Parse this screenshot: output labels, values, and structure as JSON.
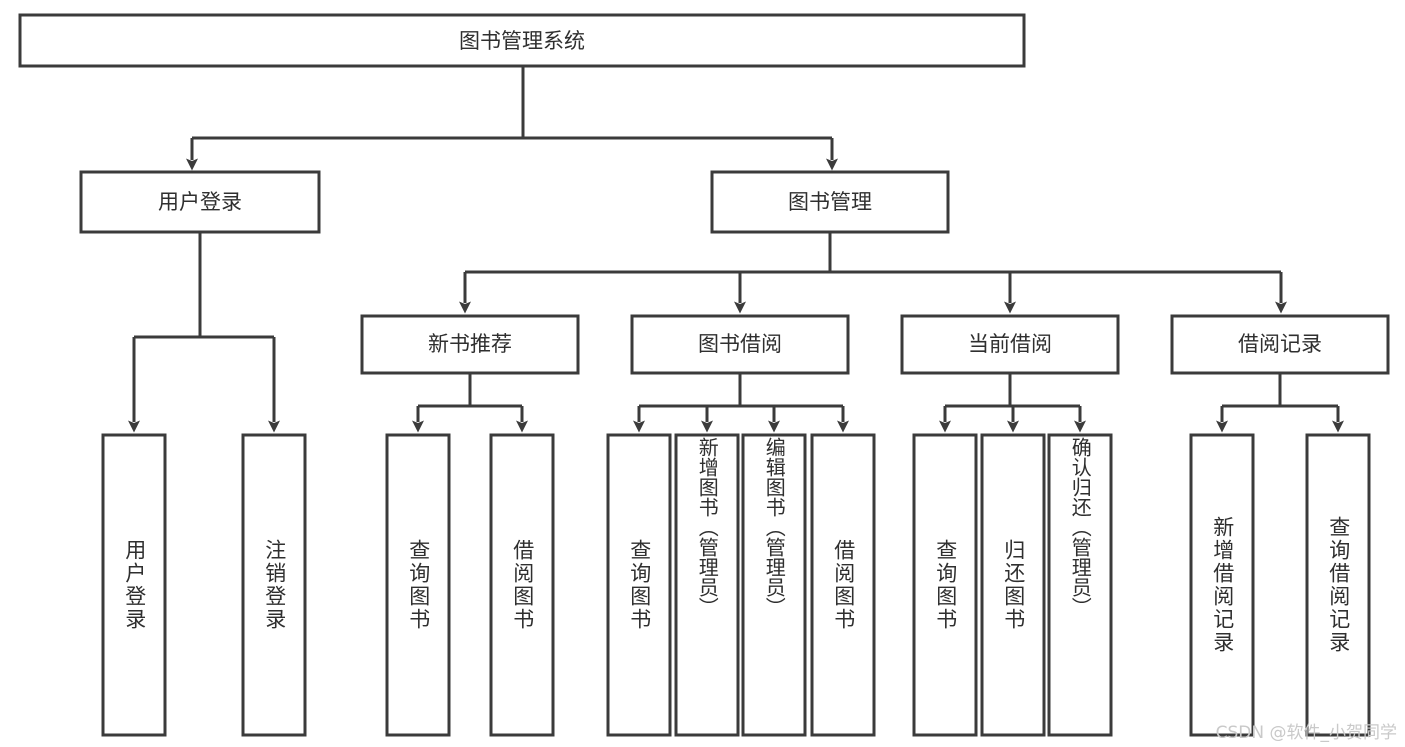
{
  "diagram": {
    "title": "图书管理系统",
    "watermark": "CSDN @软件_小贺同学",
    "type": "tree-hierarchy-diagram",
    "colors": {
      "box_stroke": "#3b3b3b",
      "box_fill": "#ffffff",
      "text": "#2f2f2f",
      "background": "#ffffff",
      "watermark": "#c9c9c9"
    },
    "nodes": {
      "root": {
        "label": "图书管理系统"
      },
      "level2": [
        {
          "label": "用户登录"
        },
        {
          "label": "图书管理"
        }
      ],
      "level3": [
        {
          "label": "新书推荐"
        },
        {
          "label": "图书借阅"
        },
        {
          "label": "当前借阅"
        },
        {
          "label": "借阅记录"
        }
      ],
      "leaves_user_login": [
        {
          "label": "用户登录"
        },
        {
          "label": "注销登录"
        }
      ],
      "leaves_new_book": [
        {
          "label": "查询图书"
        },
        {
          "label": "借阅图书"
        }
      ],
      "leaves_borrow": [
        {
          "label": "查询图书"
        },
        {
          "label": "新增图书（管理员）"
        },
        {
          "label": "编辑图书（管理员）"
        },
        {
          "label": "借阅图书"
        }
      ],
      "leaves_current": [
        {
          "label": "查询图书"
        },
        {
          "label": "归还图书"
        },
        {
          "label": "确认归还（管理员）"
        }
      ],
      "leaves_record": [
        {
          "label": "新增借阅记录"
        },
        {
          "label": "查询借阅记录"
        }
      ]
    }
  }
}
